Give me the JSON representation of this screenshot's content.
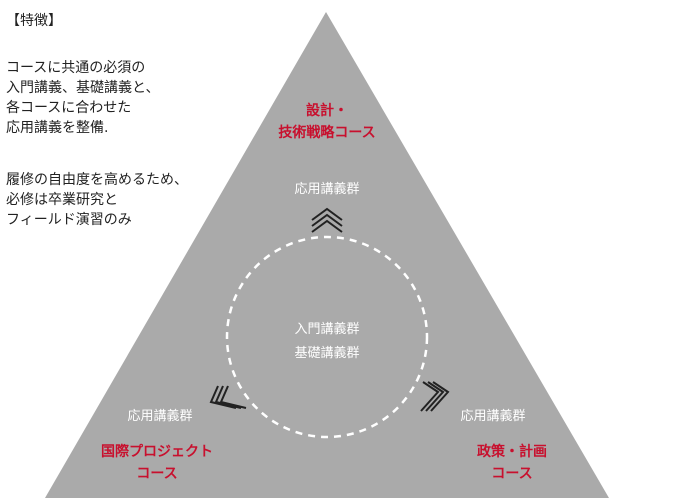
{
  "features": {
    "title": "【特徴】",
    "lines": [
      "コースに共通の必須の",
      "入門講義、基礎講義と、",
      "各コースに合わせた",
      "応用講義を整備.",
      "履修の自由度を高めるため、",
      "必修は卒業研究と",
      "フィールド演習のみ"
    ]
  },
  "courses": {
    "top": {
      "line1": "設計・",
      "line2": "技術戦略コース"
    },
    "left": {
      "line1": "国際プロジェクト",
      "line2": "コース"
    },
    "right": {
      "line1": "政策・計画",
      "line2": "コース"
    }
  },
  "groups": {
    "top": "応用講義群",
    "left": "応用講義群",
    "right": "応用講義群",
    "center_line1": "入門講義群",
    "center_line2": "基礎講義群"
  },
  "colors": {
    "triangle": "#aaaaaa",
    "course_text": "#c8102e",
    "group_text": "#ffffff",
    "circle_dash": "#ffffff",
    "chevron": "#222222"
  }
}
